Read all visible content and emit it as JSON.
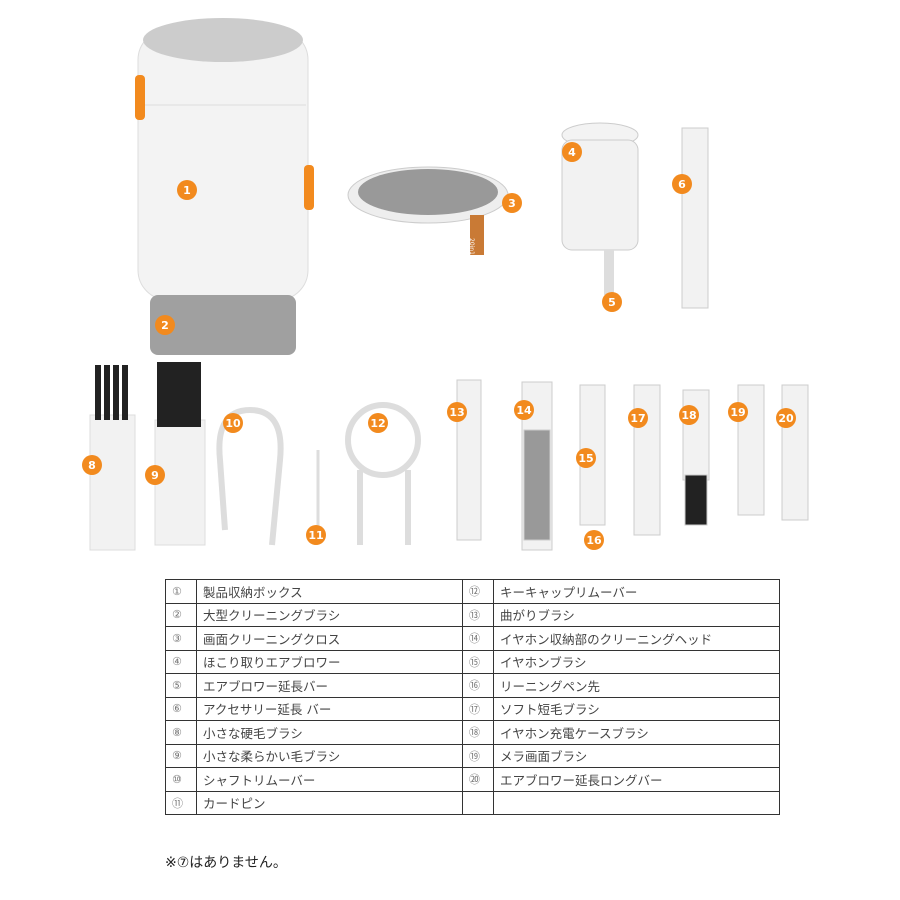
{
  "badges": [
    "1",
    "2",
    "3",
    "4",
    "5",
    "6",
    "8",
    "9",
    "10",
    "11",
    "12",
    "13",
    "14",
    "15",
    "16",
    "17",
    "18",
    "19",
    "20"
  ],
  "cloth_tab_text": "20in1",
  "table": {
    "left": [
      {
        "num": "①",
        "name": "製品収納ボックス"
      },
      {
        "num": "②",
        "name": "大型クリーニングブラシ"
      },
      {
        "num": "③",
        "name": "画面クリーニングクロス"
      },
      {
        "num": "④",
        "name": "ほこり取りエアブロワー"
      },
      {
        "num": "⑤",
        "name": "エアブロワー延長バー"
      },
      {
        "num": "⑥",
        "name": "アクセサリー延長 バー"
      },
      {
        "num": "⑧",
        "name": "小さな硬毛ブラシ"
      },
      {
        "num": "⑨",
        "name": "小さな柔らかい毛ブラシ"
      },
      {
        "num": "⑩",
        "name": "シャフトリムーバー"
      },
      {
        "num": "⑪",
        "name": "カードピン"
      }
    ],
    "right": [
      {
        "num": "⑫",
        "name": "キーキャップリムーバー"
      },
      {
        "num": "⑬",
        "name": "曲がりブラシ"
      },
      {
        "num": "⑭",
        "name": "イヤホン収納部のクリーニングヘッド"
      },
      {
        "num": "⑮",
        "name": "イヤホンブラシ"
      },
      {
        "num": "⑯",
        "name": "リーニングペン先"
      },
      {
        "num": "⑰",
        "name": "ソフト短毛ブラシ"
      },
      {
        "num": "⑱",
        "name": "イヤホン充電ケースブラシ"
      },
      {
        "num": "⑲",
        "name": "メラ画面ブラシ"
      },
      {
        "num": "⑳",
        "name": "エアブロワー延長ロングバー"
      },
      {
        "num": "",
        "name": ""
      }
    ]
  },
  "note": "※⑦はありません。",
  "colors": {
    "accent": "#f28a1e",
    "body": "#f2f2f2",
    "bristle": "#9a9a9a"
  }
}
